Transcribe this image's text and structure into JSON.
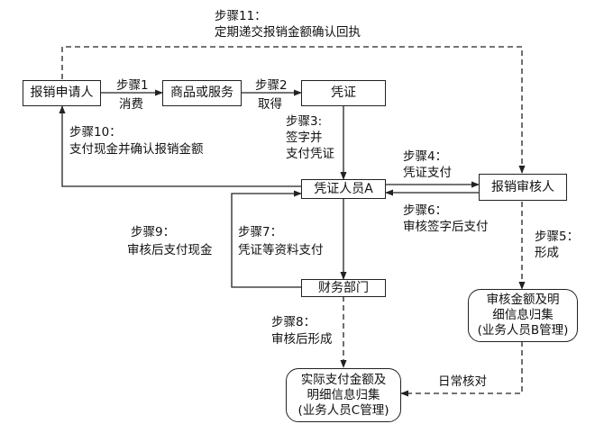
{
  "nodes": {
    "applicant": "报销申请人",
    "goods": "商品或服务",
    "voucher": "凭证",
    "voucher_staff": "凭证人员A",
    "reviewer": "报销审核人",
    "finance": "财务部门",
    "summary_b": [
      "审核金额及明",
      "细信息归集",
      "(业务人员B管理)"
    ],
    "summary_c": [
      "实际支付金额及",
      "明细信息归集",
      "(业务人员C管理)"
    ]
  },
  "steps": {
    "s1": {
      "step": "步骤1",
      "text": "消费"
    },
    "s2": {
      "step": "步骤2",
      "text": "取得"
    },
    "s3": {
      "step": "步骤3:",
      "lines": [
        "签字并",
        "支付凭证"
      ]
    },
    "s4": {
      "step": "步骤4：",
      "text": "凭证支付"
    },
    "s5": {
      "step": "步骤5：",
      "text": "形成"
    },
    "s6": {
      "step": "步骤6：",
      "text": "审核签字后支付"
    },
    "s7": {
      "step": "步骤7：",
      "text": "凭证等资料支付"
    },
    "s8": {
      "step": "步骤8：",
      "text": "审核后形成"
    },
    "s9": {
      "step": "步骤9：",
      "text": "审核后支付现金"
    },
    "s10": {
      "step": "步骤10：",
      "text": "支付现金并确认报销金额"
    },
    "s11": {
      "step": "步骤11：",
      "text": "定期递交报销金额确认回执"
    }
  },
  "edge_labels": {
    "daily_check": "日常核对"
  }
}
